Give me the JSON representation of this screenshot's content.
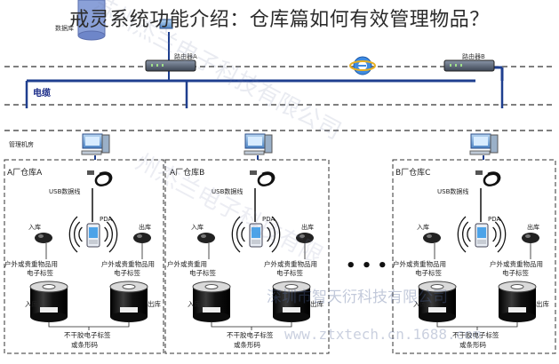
{
  "title": "戒灵系统功能介绍：仓库篇如何有效管理物品？",
  "top_label": "数据库",
  "router_a": "路由器A",
  "router_b": "路由器B",
  "cable": "电缆",
  "mgmt_room": "管理机房",
  "warehouses": [
    {
      "name": "A厂仓库A",
      "usb": "USB数据线",
      "pda": "PDA",
      "in": "入库",
      "out": "出库",
      "tag_left": [
        "户外或贵重物品用",
        "电子标签"
      ],
      "tag_right": [
        "户外或贵重物品用",
        "电子标签"
      ],
      "bottom": [
        "不干胶电子标签",
        "或条形码"
      ],
      "drum_in": "入库",
      "drum_out": "出库"
    },
    {
      "name": "A厂仓库B",
      "usb": "USB数据线",
      "pda": "PDA",
      "in": "入库",
      "out": "出库",
      "tag_left": [
        "户外或贵重用",
        "电子标签"
      ],
      "tag_right": [
        "户外或贵重物品用",
        "电子标签"
      ],
      "bottom": [
        "不干胶电子标签",
        "或条形码"
      ],
      "drum_in": "入库",
      "drum_out": "出库"
    },
    {
      "name": "B厂仓库C",
      "usb": "USB数据线",
      "pda": "PDA",
      "in": "入库",
      "out": "出库",
      "tag_left": [
        "户外或贵重物品用",
        "电子标签"
      ],
      "tag_right": [
        "户外或贵重物品用",
        "电子标签"
      ],
      "bottom": [
        "不干胶电子标签",
        "或条形码"
      ],
      "drum_in": "入库",
      "drum_out": "出库"
    }
  ],
  "ellipsis": "• • •",
  "watermarks": {
    "company": "深圳市智天衍科技有限公司",
    "url": "www.ztxtech.cn.1688.com",
    "diag1": "苏州杰兰电子科技有限公司",
    "diag2": "州杰兰电子科技有限"
  },
  "colors": {
    "bus": "#1f3f8f",
    "cable_label": "#1e2f8a",
    "dash": "#333333",
    "drum_body": "#111111",
    "drum_top": "#d9d9d9"
  },
  "icons": [
    "database-icon",
    "router-icon",
    "internet-explorer-icon",
    "computer-icon",
    "usb-cable-icon",
    "pda-icon",
    "rfid-tag-icon",
    "wave-icon",
    "tag-drum-icon"
  ]
}
